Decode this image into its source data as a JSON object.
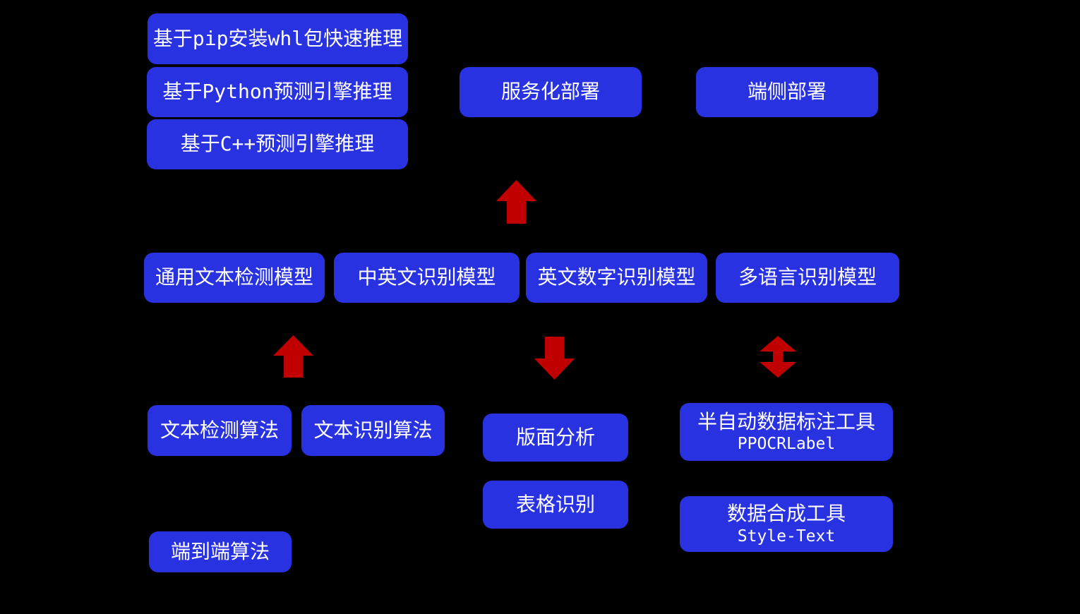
{
  "diagram": {
    "background": "#000000",
    "box_color": "#2932e1",
    "arrow_color": "#c00000",
    "text_color": "#ffffff",
    "boxes": {
      "pip_whl": {
        "label": "基于pip安装whl包快速推理"
      },
      "python_engine": {
        "label": "基于Python预测引擎推理"
      },
      "cpp_engine": {
        "label": "基于C++预测引擎推理"
      },
      "serving_deploy": {
        "label": "服务化部署"
      },
      "edge_deploy": {
        "label": "端侧部署"
      },
      "general_text_det_model": {
        "label": "通用文本检测模型"
      },
      "ch_en_rec_model": {
        "label": "中英文识别模型"
      },
      "en_num_rec_model": {
        "label": "英文数字识别模型"
      },
      "multilingual_rec_model": {
        "label": "多语言识别模型"
      },
      "text_det_algo": {
        "label": "文本检测算法"
      },
      "text_rec_algo": {
        "label": "文本识别算法"
      },
      "layout_analysis": {
        "label": "版面分析"
      },
      "table_rec": {
        "label": "表格识别"
      },
      "ppocrlabel": {
        "label": "半自动数据标注工具",
        "sublabel": "PPOCRLabel"
      },
      "style_text": {
        "label": "数据合成工具",
        "sublabel": "Style-Text"
      },
      "e2e_algo": {
        "label": "端到端算法"
      }
    },
    "arrows": [
      {
        "name": "arrow-up-to-deployment",
        "direction": "up"
      },
      {
        "name": "arrow-up-to-detection-model",
        "direction": "up"
      },
      {
        "name": "arrow-down-to-layout-analysis",
        "direction": "down"
      },
      {
        "name": "arrow-up-down-annotation-tool",
        "direction": "up-down"
      }
    ]
  }
}
